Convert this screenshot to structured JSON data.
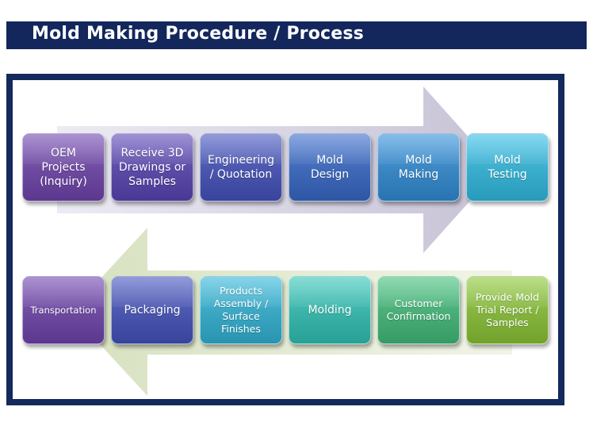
{
  "header": {
    "title": "Mold Making Procedure / Process"
  },
  "colors": {
    "header_bg": "#13275c",
    "frame_border": "#14295c",
    "arrow_top": "#c9c6d6",
    "arrow_bottom": "#d9e3c4"
  },
  "process": {
    "top_row": [
      {
        "label": "OEM\nProjects\n(Inquiry)",
        "color": "#6d4aa0"
      },
      {
        "label": "Receive 3D\nDrawings or\nSamples",
        "color": "#5b4aa6"
      },
      {
        "label": "Engineering\n/ Quotation",
        "color": "#4a56ad"
      },
      {
        "label": "Mold\nDesign",
        "color": "#3f68b6"
      },
      {
        "label": "Mold\nMaking",
        "color": "#3a86c3"
      },
      {
        "label": "Mold\nTesting",
        "color": "#3aaccc"
      }
    ],
    "bottom_row": [
      {
        "label": "Transportation",
        "color": "#6d4aa0"
      },
      {
        "label": "Packaging",
        "color": "#4a56ad"
      },
      {
        "label": "Products\nAssembly /\nSurface\nFinishes",
        "color": "#3aa6c2"
      },
      {
        "label": "Molding",
        "color": "#3ab2a7"
      },
      {
        "label": "Customer\nConfirmation",
        "color": "#48ad76"
      },
      {
        "label": "Provide Mold\nTrial Report /\nSamples",
        "color": "#84b43e"
      }
    ]
  }
}
